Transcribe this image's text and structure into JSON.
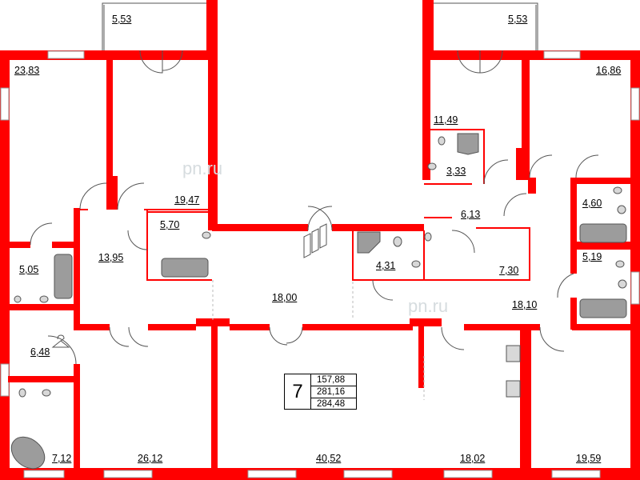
{
  "watermark": "pn.ru",
  "unit": {
    "number": "7",
    "areas": [
      "157,88",
      "281,16",
      "284,48"
    ]
  },
  "rooms": [
    {
      "id": "loggia-left",
      "area": "5,53"
    },
    {
      "id": "loggia-right",
      "area": "5,53"
    },
    {
      "id": "room-nw",
      "area": "23,83"
    },
    {
      "id": "room-ne",
      "area": "16,86"
    },
    {
      "id": "kitchen-right",
      "area": "11,49"
    },
    {
      "id": "bath-right-small",
      "area": "3,33"
    },
    {
      "id": "room-north-left",
      "area": "19,47"
    },
    {
      "id": "hall-right-small",
      "area": "6,13"
    },
    {
      "id": "bath-east-upper",
      "area": "4,60"
    },
    {
      "id": "bath-center-left",
      "area": "5,70"
    },
    {
      "id": "hall-left",
      "area": "13,95"
    },
    {
      "id": "bath-west",
      "area": "5,05"
    },
    {
      "id": "wc-center",
      "area": "4,31"
    },
    {
      "id": "storage-center",
      "area": "7,30"
    },
    {
      "id": "bath-east-lower",
      "area": "5,19"
    },
    {
      "id": "living-center",
      "area": "18,00"
    },
    {
      "id": "hall-right",
      "area": "18,10"
    },
    {
      "id": "wardrobe",
      "area": "6,48"
    },
    {
      "id": "bath-sw",
      "area": "7,12"
    },
    {
      "id": "room-south-1",
      "area": "26,12"
    },
    {
      "id": "room-south-2",
      "area": "40,52"
    },
    {
      "id": "room-south-3",
      "area": "18,02"
    },
    {
      "id": "room-south-4",
      "area": "19,59"
    }
  ]
}
